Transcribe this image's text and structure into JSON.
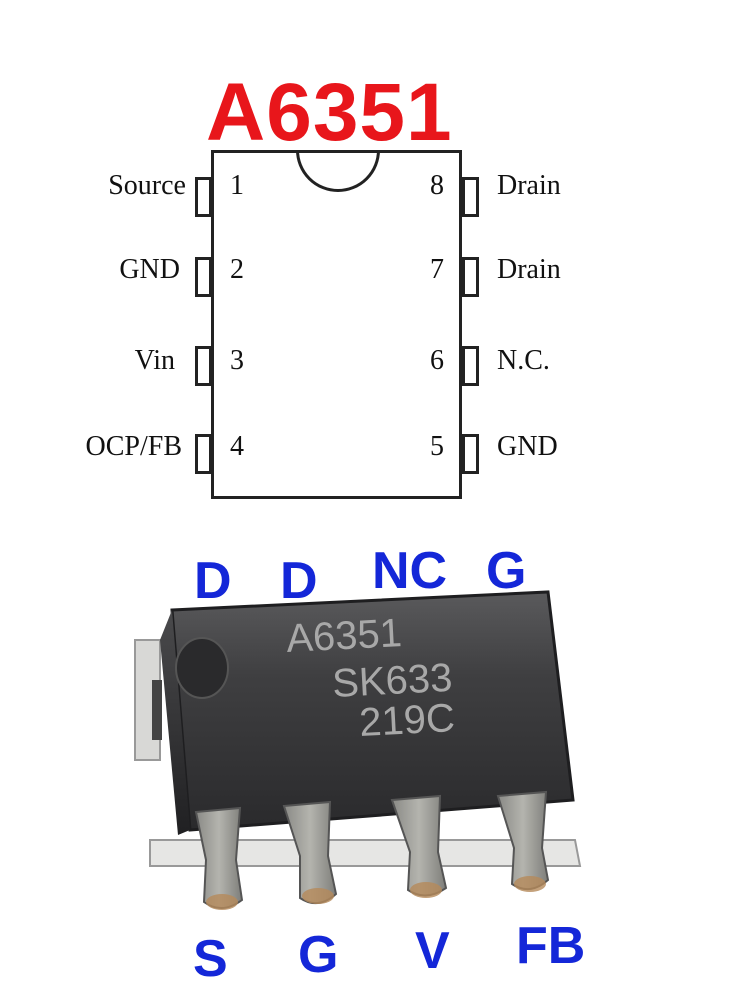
{
  "title": "A6351",
  "diagram": {
    "pins_left": [
      {
        "num": "1",
        "label": "Source"
      },
      {
        "num": "2",
        "label": "GND"
      },
      {
        "num": "3",
        "label": "Vin"
      },
      {
        "num": "4",
        "label": "OCP/FB"
      }
    ],
    "pins_right": [
      {
        "num": "8",
        "label": "Drain"
      },
      {
        "num": "7",
        "label": "Drain"
      },
      {
        "num": "6",
        "label": "N.C."
      },
      {
        "num": "5",
        "label": "GND"
      }
    ]
  },
  "chip_photo": {
    "marking_lines": [
      "A6351",
      "SK633",
      "219C"
    ],
    "top_labels": [
      "D",
      "D",
      "NC",
      "G"
    ],
    "bottom_labels": [
      "S",
      "G",
      "V",
      "FB"
    ]
  },
  "colors": {
    "title": "#e8161b",
    "pin_letters": "#1427d8",
    "chip_body": "#3c3c3e",
    "leads": "#9c9c98"
  }
}
